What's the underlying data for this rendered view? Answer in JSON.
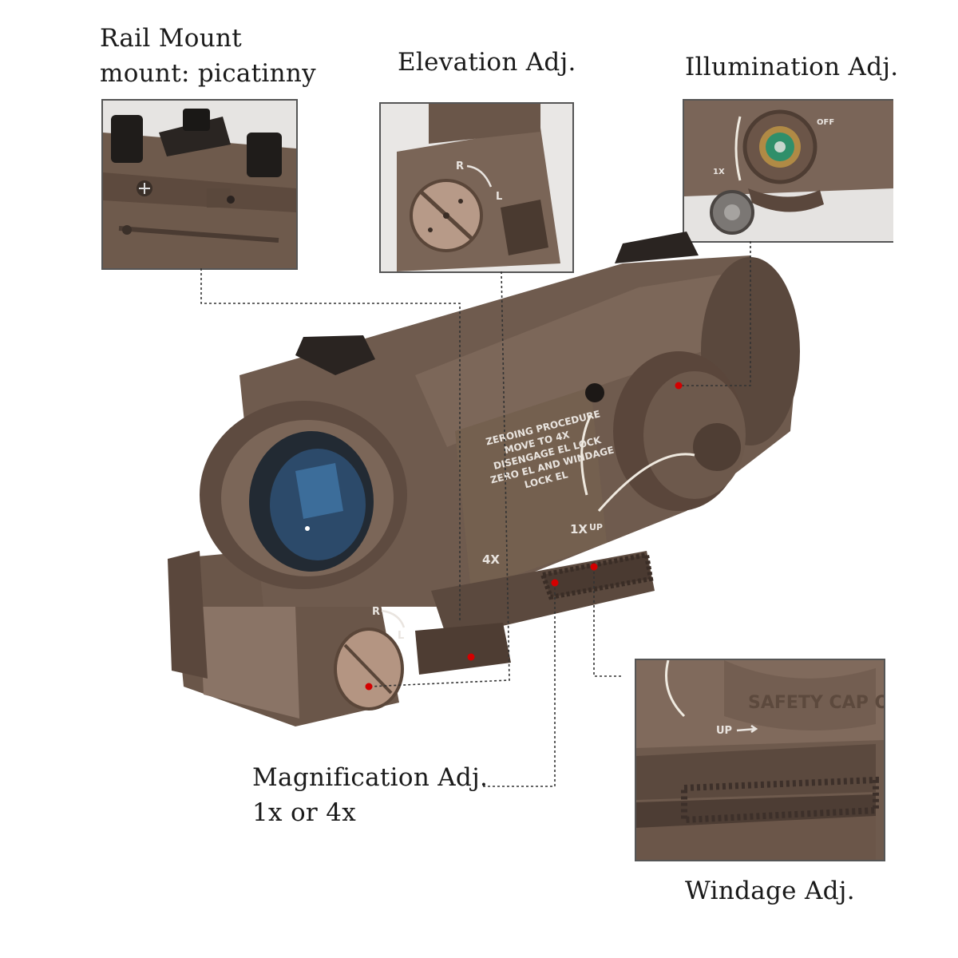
{
  "labels": {
    "rail_mount": {
      "line1": "Rail Mount",
      "line2": "mount: picatinny"
    },
    "elevation": "Elevation Adj.",
    "illumination": "Illumination Adj.",
    "magnification": {
      "line1": "Magnification Adj.",
      "line2": "1x or 4x"
    },
    "windage": "Windage Adj."
  },
  "scope_markings": {
    "procedure_lines": [
      "ZEROING PROCEDURE",
      "MOVE TO 4X",
      "DISENGAGE EL LOCK",
      "ZERO EL AND WINDAGE",
      "LOCK EL"
    ],
    "mag_4x": "4X",
    "mag_1x": "1X",
    "up_arrow": "UP",
    "dial_r": "R",
    "dial_l": "L",
    "cap_text": "SAFETY CAP OPEN",
    "off": "OFF"
  },
  "colors": {
    "scope_body": "#6f5b4e",
    "marker_dot": "#d40000",
    "leader_line": "#333333"
  }
}
